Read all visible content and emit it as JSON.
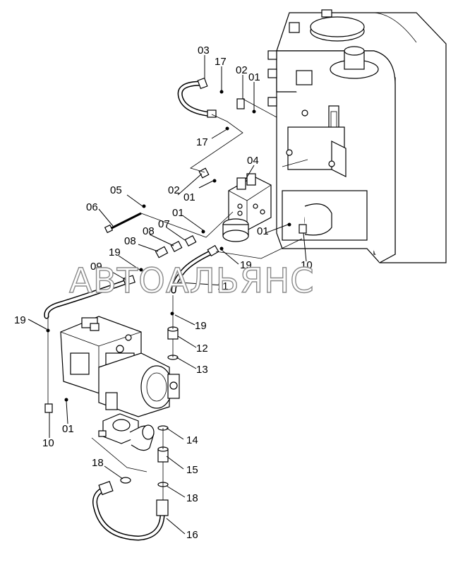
{
  "watermark": "АВТОАЛЬЯНС",
  "callouts": [
    {
      "id": "c03",
      "text": "03"
    },
    {
      "id": "c17a",
      "text": "17"
    },
    {
      "id": "c02a",
      "text": "02"
    },
    {
      "id": "c01a",
      "text": "01"
    },
    {
      "id": "c17b",
      "text": "17"
    },
    {
      "id": "c04",
      "text": "04"
    },
    {
      "id": "c05",
      "text": "05"
    },
    {
      "id": "c02b",
      "text": "02"
    },
    {
      "id": "c01b",
      "text": "01"
    },
    {
      "id": "c06",
      "text": "06"
    },
    {
      "id": "c01c",
      "text": "01"
    },
    {
      "id": "c07",
      "text": "07"
    },
    {
      "id": "c08a",
      "text": "08"
    },
    {
      "id": "c08b",
      "text": "08"
    },
    {
      "id": "c01d",
      "text": "01"
    },
    {
      "id": "c19a",
      "text": "19"
    },
    {
      "id": "c09",
      "text": "09"
    },
    {
      "id": "c19b",
      "text": "19"
    },
    {
      "id": "c10a",
      "text": "10"
    },
    {
      "id": "c11",
      "text": "11"
    },
    {
      "id": "c19c",
      "text": "19"
    },
    {
      "id": "c19d",
      "text": "19"
    },
    {
      "id": "c12",
      "text": "12"
    },
    {
      "id": "c13",
      "text": "13"
    },
    {
      "id": "c01e",
      "text": "01"
    },
    {
      "id": "c10b",
      "text": "10"
    },
    {
      "id": "c14",
      "text": "14"
    },
    {
      "id": "c15",
      "text": "15"
    },
    {
      "id": "c18a",
      "text": "18"
    },
    {
      "id": "c18b",
      "text": "18"
    },
    {
      "id": "c16",
      "text": "16"
    }
  ]
}
